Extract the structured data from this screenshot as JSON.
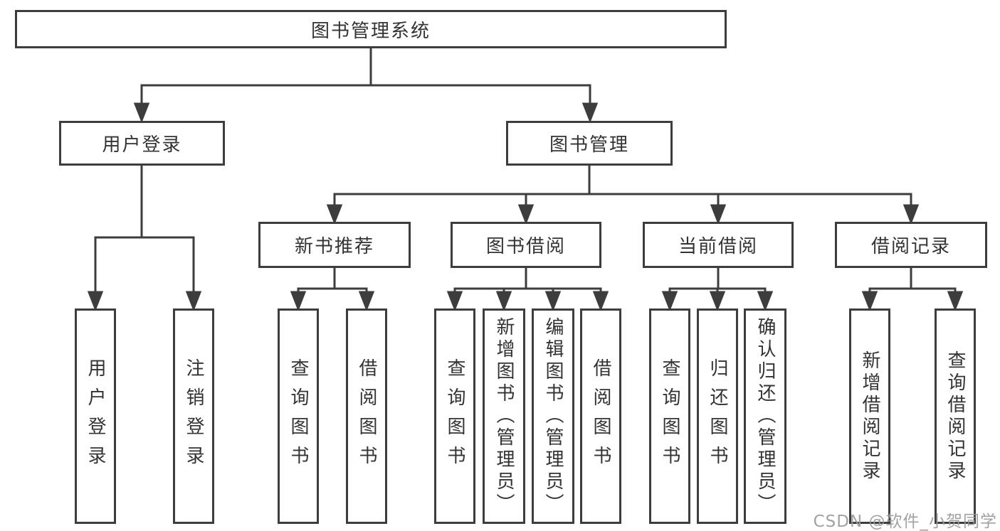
{
  "diagram": {
    "root": "图书管理系统",
    "level2": {
      "user_login": "用户登录",
      "book_mgmt": "图书管理"
    },
    "level3": {
      "new_book_rec": "新书推荐",
      "book_borrow": "图书借阅",
      "current_borrow": "当前借阅",
      "borrow_records": "借阅记录"
    },
    "leaves": {
      "user_login_1": "用户登录",
      "user_login_2": "注销登录",
      "new_book_1": "查询图书",
      "new_book_2": "借阅图书",
      "book_borrow_1": "查询图书",
      "book_borrow_2": "新增图书（管理员）",
      "book_borrow_3": "编辑图书（管理员）",
      "book_borrow_4": "借阅图书",
      "current_1": "查询图书",
      "current_2": "归还图书",
      "current_3": "确认归还（管理员）",
      "records_1": "新增借阅记录",
      "records_2": "查询借阅记录"
    }
  },
  "watermark": "CSDN @软件_小贺同学",
  "colors": {
    "line": "#3d3d3d",
    "box_border": "#3d3d3d",
    "text": "#333333",
    "background": "#ffffff",
    "watermark_text": "#9b9b9b"
  }
}
